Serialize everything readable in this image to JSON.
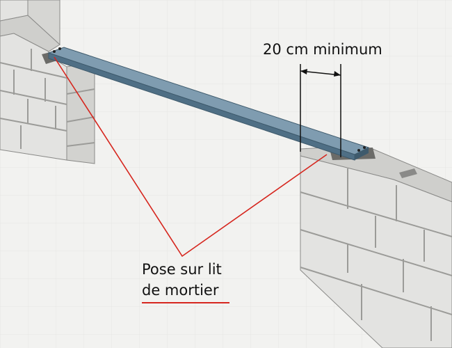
{
  "dimension": {
    "text": "20 cm minimum"
  },
  "callout": {
    "line1": "Pose sur lit",
    "line2": "de mortier"
  },
  "colors": {
    "background": "#f2f2f0",
    "block_face": "#e3e3e1",
    "block_top": "#cfcfcc",
    "block_edge": "#8a8a88",
    "lintel_top": "#7f9cb0",
    "lintel_side": "#4f6f85",
    "mortar": "#6b6b68",
    "leader": "#d6261e",
    "dimension": "#111111"
  }
}
